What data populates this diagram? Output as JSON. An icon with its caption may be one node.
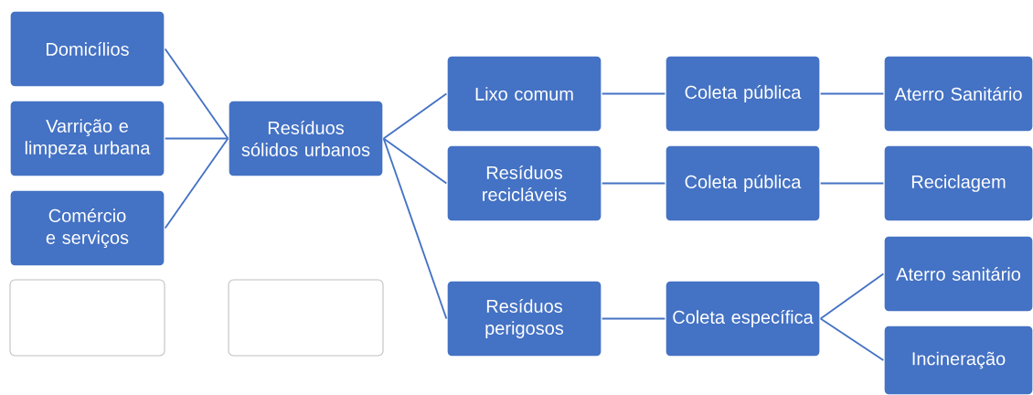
{
  "diagram": {
    "nodes": [
      {
        "text": [
          "Domicílios"
        ]
      },
      {
        "text": [
          "Varrição e limpeza urbana"
        ]
      },
      {
        "text": [
          "Comércio e serviços"
        ]
      },
      {
        "text": [],
        "shape": "box"
      },
      {
        "text": [
          "Resíduos sólidos urbanos"
        ]
      },
      {
        "text": [],
        "shape": "box"
      },
      {
        "text": [
          "Lixo comum"
        ]
      },
      {
        "text": [
          "Resíduos recicláveis"
        ]
      },
      {
        "text": [
          "Resíduos perigosos"
        ]
      },
      {
        "text": [
          "Coleta pública"
        ]
      },
      {
        "text": [
          "Coleta pública"
        ]
      },
      {
        "text": [
          "Coleta específica"
        ]
      },
      {
        "text": [
          "Aterro Sanitário"
        ]
      },
      {
        "text": [
          "Reciclagem"
        ]
      },
      {
        "text": [
          "Aterro sanitário"
        ]
      },
      {
        "text": [
          "Incineração"
        ]
      }
    ],
    "edges": [
      {
        "from": 0,
        "to": 4,
        "arrow": "none"
      },
      {
        "from": 1,
        "to": 4,
        "arrow": "none"
      },
      {
        "from": 2,
        "to": 4,
        "arrow": "none"
      },
      {
        "from": 4,
        "to": 6,
        "arrow": "none"
      },
      {
        "from": 4,
        "to": 7,
        "arrow": "none"
      },
      {
        "from": 4,
        "to": 8,
        "arrow": "none"
      },
      {
        "from": 6,
        "to": 9,
        "arrow": "none"
      },
      {
        "from": 7,
        "to": 10,
        "arrow": "none"
      },
      {
        "from": 8,
        "to": 11,
        "arrow": "none"
      },
      {
        "from": 9,
        "to": 12,
        "arrow": "none"
      },
      {
        "from": 10,
        "to": 13,
        "arrow": "none"
      },
      {
        "from": 11,
        "to": 14,
        "arrow": "none"
      },
      {
        "from": 11,
        "to": 15,
        "arrow": "none"
      }
    ]
  }
}
